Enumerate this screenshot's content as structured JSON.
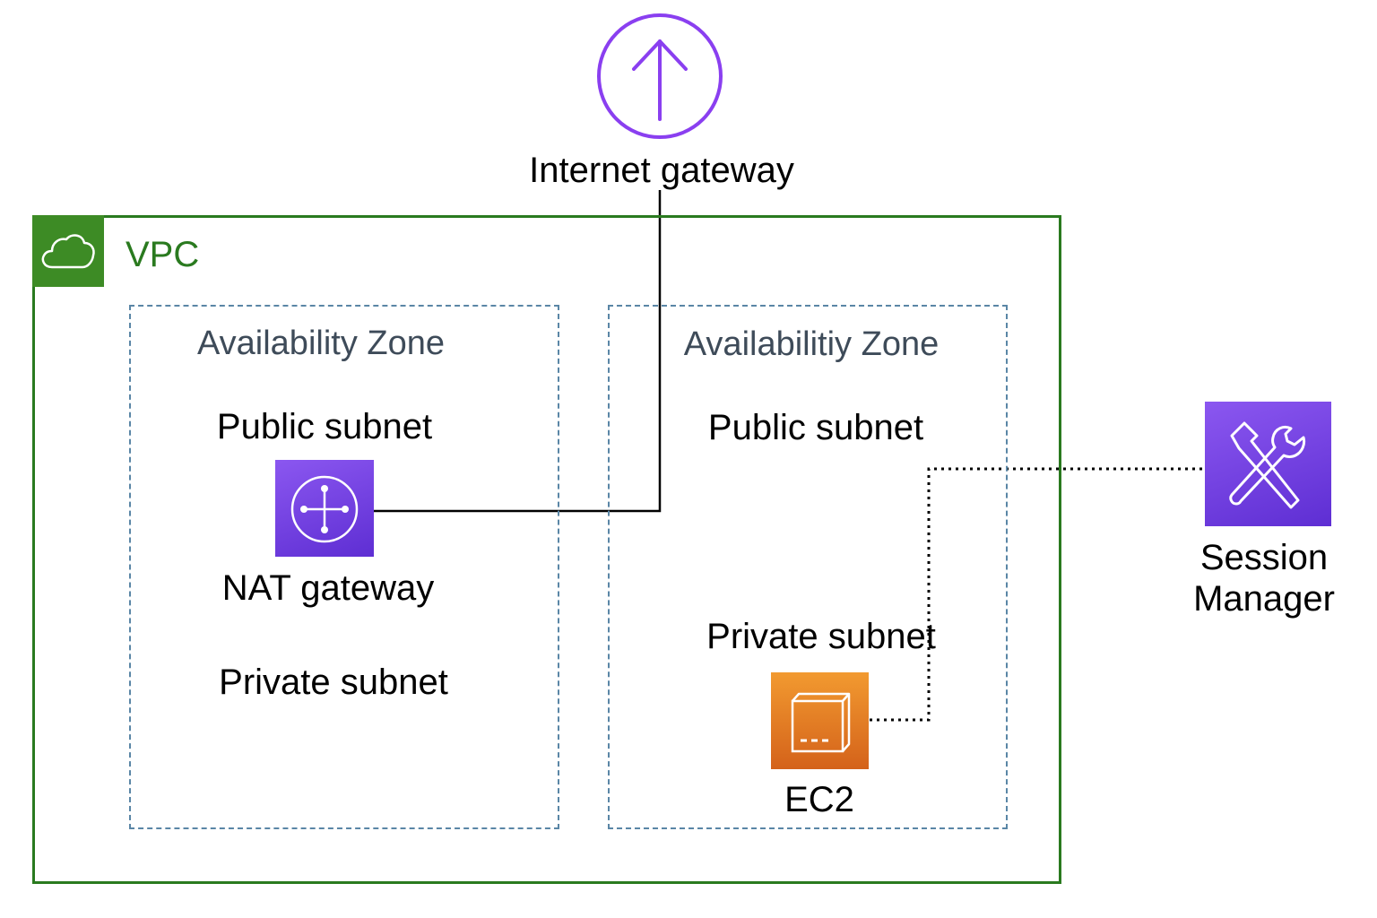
{
  "internet_gateway": {
    "label": "Internet gateway"
  },
  "vpc": {
    "label": "VPC"
  },
  "zones": [
    {
      "label": "Availability Zone",
      "public_subnet": "Public subnet",
      "nat_gateway": "NAT gateway",
      "private_subnet": "Private subnet"
    },
    {
      "label": "Availabilitiy Zone",
      "public_subnet": "Public subnet",
      "private_subnet": "Private subnet",
      "ec2": "EC2"
    }
  ],
  "session_manager": {
    "label_line1": "Session",
    "label_line2": "Manager"
  },
  "colors": {
    "vpc_green": "#2a7a1f",
    "az_border": "#5a86a6",
    "service_purple": "#7b3fe4",
    "compute_orange": "#e87c1e"
  },
  "icons": {
    "internet_gateway": "arrow-up-circle-icon",
    "vpc": "cloud-icon",
    "nat_gateway": "nat-gateway-icon",
    "session_manager": "wrench-screwdriver-icon",
    "ec2": "ec2-instance-icon"
  }
}
